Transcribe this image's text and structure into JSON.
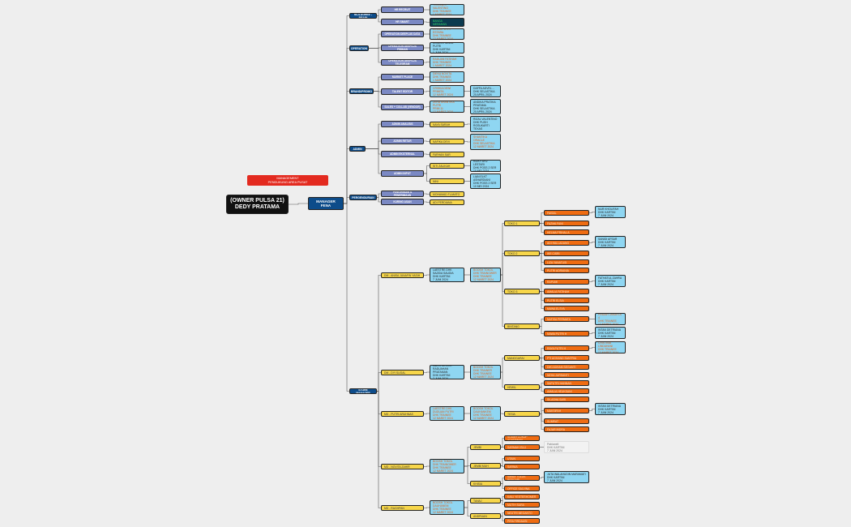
{
  "root": {
    "label": "(OWNER PULSA 21)\nDEDY PRATAMA"
  },
  "area_manager": {
    "label": "AREA MANAGER\nFENA FERDIANA"
  },
  "management": {
    "label": "MANAGEMENT\nPENDUKUNG AREA PUSAT"
  },
  "departments": {
    "nc": "NC/LAGREE - BRAIN",
    "operation": "OPERATION",
    "brand": "BRAND/PROMO",
    "admin": "ADMIN",
    "recruitment": "PERGENDURIAN",
    "store": "STORE MANAGER"
  },
  "roles": {
    "hr_recruit": "HR RECRUIT",
    "hr_smart": "HR SMART",
    "op_data": "OPERATION DEEPLUS DATA",
    "op_fisik": "OPERATION DEEPLUS FISIKAN",
    "op_telegram": "OPERATION DEEPLUS TELEGRAM",
    "market": "MARKET PLACE",
    "talent": "TALENT EDITOR",
    "sales": "SALES + COLLAB (VENDOR)",
    "adm_analisis": "ADMIN ANALISIS",
    "adm_retur": "ADMIN RETUR",
    "adm_ext": "ADMIN EKSTERNAL",
    "adm_input": "ADMIN INPUT",
    "peng": "PENGIRIMAN & PENERIMAAN",
    "kuring": "KURING ASAN"
  },
  "people": {
    "hr_recruit": "YOHANES VALENTINO\nDHK TRAINEE\n1 MARET 2024",
    "hr_smart": "BANGA\nMERAHAN",
    "op_data": "DELLA PUTRI ESTARA\nDHK TRAINEE\n12 MARET 2024",
    "op_fisik": "DANIEA HANDA PUTRI\nDHK KARTINI\n1 JUNI 2024",
    "op_telegram": "RADUAN FATIHAH\nDHK TRAINEE\n1 MARET 2024",
    "market": "DIEKA NOVITA\nDHK TRAINEE\n1 MARET 2024",
    "talent": "CRISKA DEWI\nPRIMITA\n12 MARET 2024",
    "talent2": "DAFFA ADVEL ...\nDHK SELASTIKA\n20 APRIL 2024",
    "sales": "ZERA SHANTIKA PUTRI\nPRIM 11\n12 MARET 2024",
    "sales2": "ANDIKA PRATIKA\nPRATAMA\nDHK SELASTIKA\n20 APRIL 2024",
    "analisis_y": "NAYA SARAH",
    "analisis": "RIZAL VALENTINO\nDHK PUSH\nROSUKARTI\nTEXAS",
    "retur_y": "NAFIKA DEVI",
    "retur": "SHANTIKA\nORACLE\nDHK SELASTIKA\n12 MARET 2024",
    "ext_y": "FARHAN SAR",
    "input_y1": "SITI ZALIKAH",
    "input_1": "RIZKY AFU LESTARI\nDHK POSS 2 SER\n10 MEI 2024",
    "input_y2": "NINI",
    "input_2": "LIAN ELKT\nASHARDIANI\nDHK POSS 2 SER\n10 MEI 2024",
    "peng_y": "MOHAMAD FLAMITO",
    "kuring_y": "ADI FERDIANA"
  },
  "managers": {
    "m1": {
      "label": "DM - ANISA JUNAFIN YASIH",
      "person": "LAESTRE DHK\nSAZIDA SAUDIA\nDHK KARTINI\n7 JUNI 2024",
      "trainee": "BOOSH TOKOL\nDHK TRAINOWER\nDHK TRAINEE\n12 MARET 2024"
    },
    "m2": {
      "label": "DM - DYI SUGAL",
      "person": "LAESTRE DHK\nRADUAHAN PRATAMAN\nDHK KARTINI\n7 JUNI 2024",
      "trainee": "BOOSH TOKOL\nDHK TRAINER\nDHK TRAINEE\n12 MARET 2024"
    },
    "m3": {
      "label": "MD - PUTRI ARUHNAS",
      "person": "LAESTRE DHK\nDUDUAN PUTRI\nDHK TRAINEE\n12 MARET 2024",
      "trainee": "BOOSH TOKOL\nDAUHANKEM\nDHK TRAINEE\n12 MARET 2024"
    },
    "m4": {
      "label": "MD - NOVITA ZAHIR",
      "person": "BOOSH TOKOL\nDHK TRAINOWER\nDHK TRAINEE\n12 MARET 2024"
    },
    "m5": {
      "label": "MD - RAGHPAN",
      "person": "BOOSH TOKOL\nDAUHANEM\nDHK TRAINEE\n12 MARET 2024"
    }
  },
  "stores": {
    "c1": "TOKO 1",
    "c2": "TOKO 2",
    "c3": "TOKO 3",
    "c4": "BINTANG",
    "c5": "MANGGARAI",
    "c6": "HEWIL",
    "c7": "TESIA",
    "c8": "JEMBI",
    "c9": "JEMBI MUH",
    "c10": "KHISIA",
    "c11": "TANAJ",
    "c12": "ANDRUAN"
  },
  "staff": {
    "s1": "FAISAL",
    "s2": "FAZMA FANI",
    "s3": "HELMA PRIHAL A",
    "s4": "ADI HALLADANG",
    "s5": "IKE CISRI",
    "s6": "LIZA YANATUSI",
    "s7": "PUTRI ADRIANIA",
    "s8": "RAPUMI",
    "s9": "AMALIA FATIHAH",
    "s10": "PUTRI ELSIA",
    "s11": "MAWA ELSYA",
    "s12": "NAFISA PERMATA",
    "s13": "NAWA PUTRI H",
    "s14": "RAYA PUTRI H",
    "s15": "PTI AGHAND SANTRIA",
    "s16": "DIKI ADHAM SEGANTI",
    "s17": "NEHA JURSANTI",
    "s18": "SAPUTRI HANNAN",
    "s19": "AMALIA HEUKSANI",
    "s20": "SILASHA SARI",
    "s21": "MAKSIFAH",
    "s22": "SUMRAT",
    "s23": "FAJAR INDRA",
    "s24": "SUDAH CUKUP ADATEWAN",
    "s25": "SARMAH ISLU",
    "s26": "UTAIN",
    "s27": "SARNIA",
    "s28": "SANDI TULUS BERGARI",
    "s29": "OFFICE SALVINA",
    "s30": "KAILI YESTERHOMER",
    "s31": "MUTIH SARA",
    "s32": "NEUTRI MEGANTO",
    "s33": "PIRA FIRDAUSI"
  },
  "staff_people": {
    "p1": "NUR KHOLIFAH\nDHK KARTINI\n7 JUNI 2024",
    "p2": "SANIDI AFSAR\nDHK KARTINI\n7 JUNI 2024",
    "p3": "FATHATUL ZAHRA\nDHK KARTINI\n7 JUNI 2024",
    "p4": "PINDAH JAKARTA 4\nDHK TRAINEE\n12 MARET 2024",
    "p5": "INTAN DETRIANA\nDHK KARTINI\n7 JUNI 2024",
    "p6": "CRISTINA LINDAHANI\nDHK TRAINEE\n12 MARET 2024",
    "p7": "INTAN DETRIANA\nDHK KARTINI\n7 JUNI 2024",
    "p8": "Patrianell\nDHK KARTINI\n7 JUNI 2024",
    "p9": "JUTA WALAHUDIN MARAMATI\nDHK KARTINI\n7 JUNI 2024"
  },
  "colors": {
    "navy": "#0d4c8a",
    "role": "#7b89c4",
    "blue": "#8fd6f2",
    "yellow": "#f7d64a",
    "orange": "#ef6c12",
    "red": "#e32a1f",
    "dark": "#0b3a4f"
  }
}
